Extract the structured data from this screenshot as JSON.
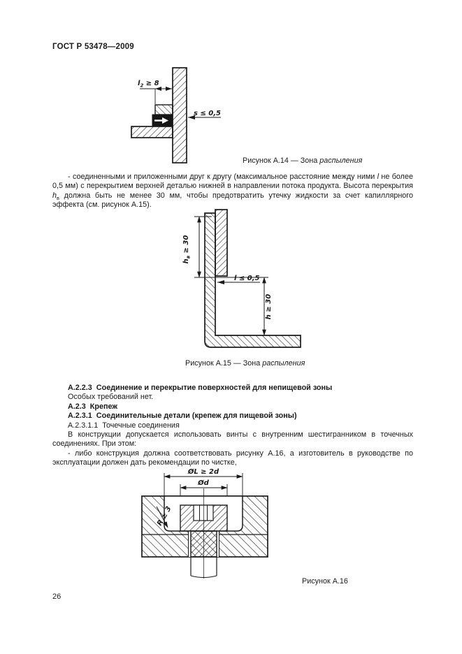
{
  "page": {
    "header": "ГОСТ Р 53478—2009",
    "page_number": "26"
  },
  "figure_a14": {
    "dim_l2": {
      "var": "l",
      "sub": "2",
      "rest": " ≥ 8"
    },
    "dim_s": {
      "var": "s",
      "rest": " ≤ 0,5"
    },
    "caption_prefix": "Рисунок А.14 — Зона ",
    "caption_italic": "распыления"
  },
  "paragraph_a14": {
    "part1": "- соединенными и приложенными друг к другу (максимальное расстояние между ними ",
    "var1": "l",
    "part2": " не более 0,5 мм) с перекрытием верхней деталью нижней в направлении потока продукта. Высота перекрытия ",
    "var2": "h",
    "sub2": "в",
    "part3": " должна быть не менее 30 мм, чтобы предотвратить утечку жидкости за счет капиллярного эффекта (см. рисунок А.15)."
  },
  "figure_a15": {
    "dim_hv": {
      "var": "h",
      "sub": "в",
      "rest": " ≥ 30"
    },
    "dim_l": {
      "var": "l",
      "rest": " ≤ 0,5"
    },
    "dim_h": {
      "var": "h",
      "rest": " ≥ 30"
    },
    "caption_prefix": "Рисунок А.15 — Зона ",
    "caption_italic": "распыления"
  },
  "sections": {
    "h223": "А.2.2.3  Соединение и перекрытие поверхностей для непищевой зоны",
    "p223": "Особых требований нет.",
    "h23": "А.2.3  Крепеж",
    "h231": "А.2.3.1  Соединительные детали (крепеж для пищевой зоны)",
    "h2311": "А.2.3.1.1  Точечные соединения",
    "p1": "В конструкции допускается использовать винты с внутренним шестигранником в точечных соединениях. При этом:",
    "p2": "- либо конструкция должна соответствовать рисунку А.16, а изготовитель в руководстве по эксплуатации должен дать рекомендации по чистке,"
  },
  "figure_a16": {
    "dim_L": "ØL ≥ 2d",
    "dim_d": "Ød",
    "label_r": "R ≥ 3",
    "caption": "Рисунок А.16"
  }
}
